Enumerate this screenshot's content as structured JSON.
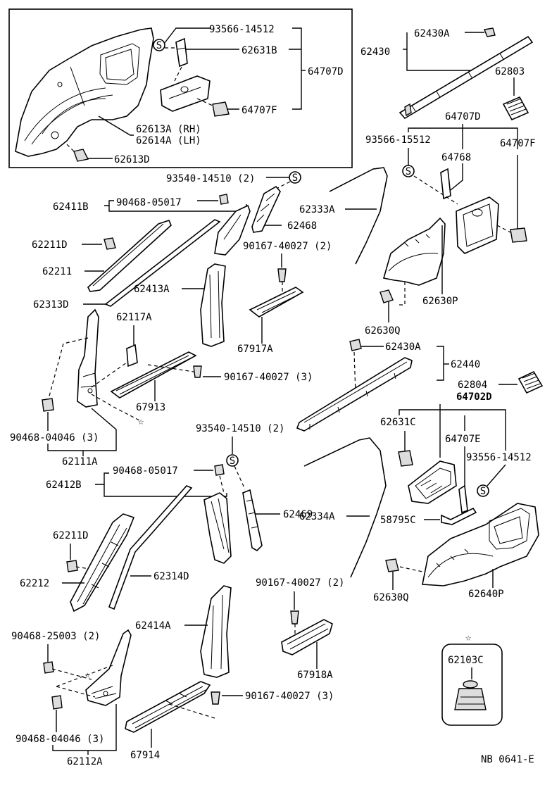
{
  "diagram": {
    "labels": {
      "p93566_14512": "93566-14512",
      "p62631B": "62631B",
      "p64707D_top": "64707D",
      "p64707F_a": "64707F",
      "p62613A": "62613A (RH)",
      "p62614A": "62614A (LH)",
      "p62613D": "62613D",
      "p62430A_top": "62430A",
      "p62430": "62430",
      "p62803": "62803",
      "p64707D": "64707D",
      "p93566_15512": "93566-15512",
      "p64768": "64768",
      "p64707F_b": "64707F",
      "p93540_14510_a": "93540-14510 (2)",
      "p62411B": "62411B",
      "p90468_05017_a": "90468-05017",
      "p62333A": "62333A",
      "p62468": "62468",
      "p62211D_a": "62211D",
      "p90167_40027_a": "90167-40027 (2)",
      "p62211": "62211",
      "p62413A": "62413A",
      "p62313D": "62313D",
      "p62630P": "62630P",
      "p62117A": "62117A",
      "p62630Q_a": "62630Q",
      "p67917A": "67917A",
      "p62430A_mid": "62430A",
      "p62440": "62440",
      "p90167_40027_b": "90167-40027 (3)",
      "p67913": "67913",
      "p62804": "62804",
      "p64702D": "64702D",
      "p90468_04046_a": "90468-04046 (3)",
      "p93540_14510_b": "93540-14510 (2)",
      "p62631C": "62631C",
      "p64707E": "64707E",
      "p93556_14512": "93556-14512",
      "p62111A": "62111A",
      "p90468_05017_b": "90468-05017",
      "p62412B": "62412B",
      "p62334A": "62334A",
      "p62469": "62469",
      "p58795C": "58795C",
      "p62211D_b": "62211D",
      "p62212": "62212",
      "p62314D": "62314D",
      "p90167_40027_c": "90167-40027 (2)",
      "p62630Q_b": "62630Q",
      "p62640P": "62640P",
      "p62414A": "62414A",
      "p90468_25003": "90468-25003 (2)",
      "p62103C": "62103C",
      "p67918A": "67918A",
      "p90167_40027_d": "90167-40027 (3)",
      "p90468_04046_b": "90468-04046 (3)",
      "p67914": "67914",
      "p62112A": "62112A",
      "ref": "NB 0641-E"
    },
    "symbols": {
      "s_clip": "S",
      "star": "☆"
    }
  }
}
